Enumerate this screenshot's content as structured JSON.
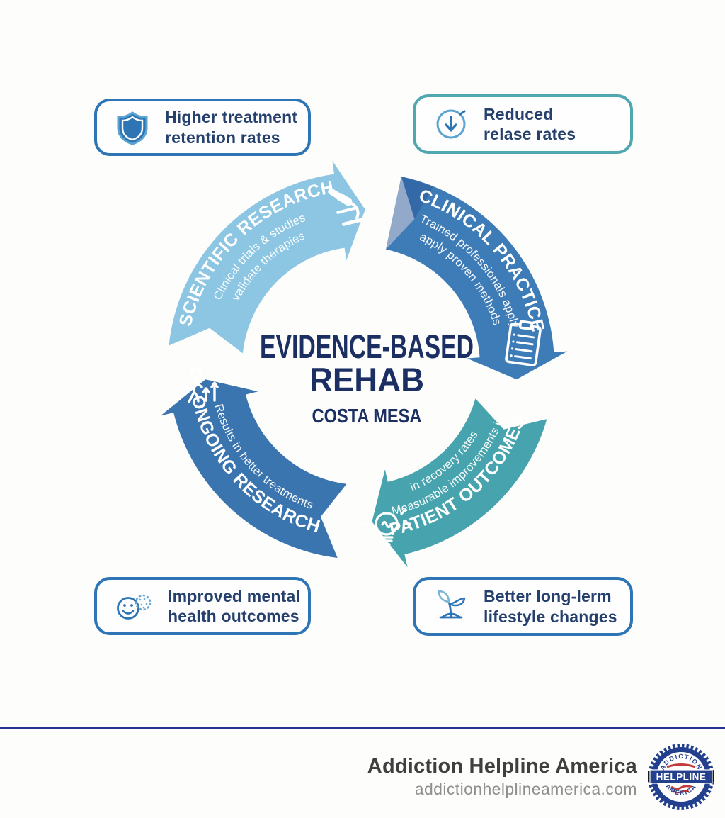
{
  "benefits": [
    {
      "id": "top-left",
      "line1": "Higher treatment",
      "line2": "retention rates",
      "icon": "shield-icon",
      "border_color": "#2e75b5"
    },
    {
      "id": "top-right",
      "line1": "Reduced",
      "line2": "relase rates",
      "icon": "arrow-down-circle-icon",
      "border_color": "#4fa8b0"
    },
    {
      "id": "bottom-left",
      "line1": "Improved mental",
      "line2": "health outcomes",
      "icon": "smiley-brain-icon",
      "border_color": "#2e75b5"
    },
    {
      "id": "bottom-right",
      "line1": "Better long-lerm",
      "line2": "lifestyle changes",
      "icon": "seedling-icon",
      "border_color": "#2e75b5"
    }
  ],
  "cycle": {
    "center": {
      "line1": "EVIDENCE-BASED",
      "line2": "REHAB",
      "line3": "COSTA MESA",
      "text_color": "#1c2f63"
    },
    "segments": [
      {
        "title": "SCIENTIFIC RESEARCH",
        "sub1": "Clinical trials & studies",
        "sub2": "validate therapies",
        "icon": "microscope-icon",
        "color": "#8cc6e3"
      },
      {
        "title": "CLINICAL PRACTICE",
        "sub1": "Trained professionals apply",
        "sub2": "apply proven methods",
        "icon": "clipboard-icon",
        "color": "#3e7cb8"
      },
      {
        "title": "PATIENT OUTCOMES",
        "sub1": "Measurable improvements in",
        "sub2": "in recovery rates",
        "icon": "lightbulb-icon",
        "color": "#47a4ae"
      },
      {
        "title": "ONGOING RESEARCH",
        "sub1": "Results in better treatments",
        "sub2": "",
        "icon": "walking-person-icon",
        "color": "#3b75b0"
      }
    ]
  },
  "footer": {
    "brand": "Addiction Helpline America",
    "website": "addictionhelplineamerica.com",
    "divider_color": "#27348f",
    "badge": {
      "top": "ADDICTION",
      "middle": "HELPLINE",
      "bottom": "AMERICA"
    }
  }
}
